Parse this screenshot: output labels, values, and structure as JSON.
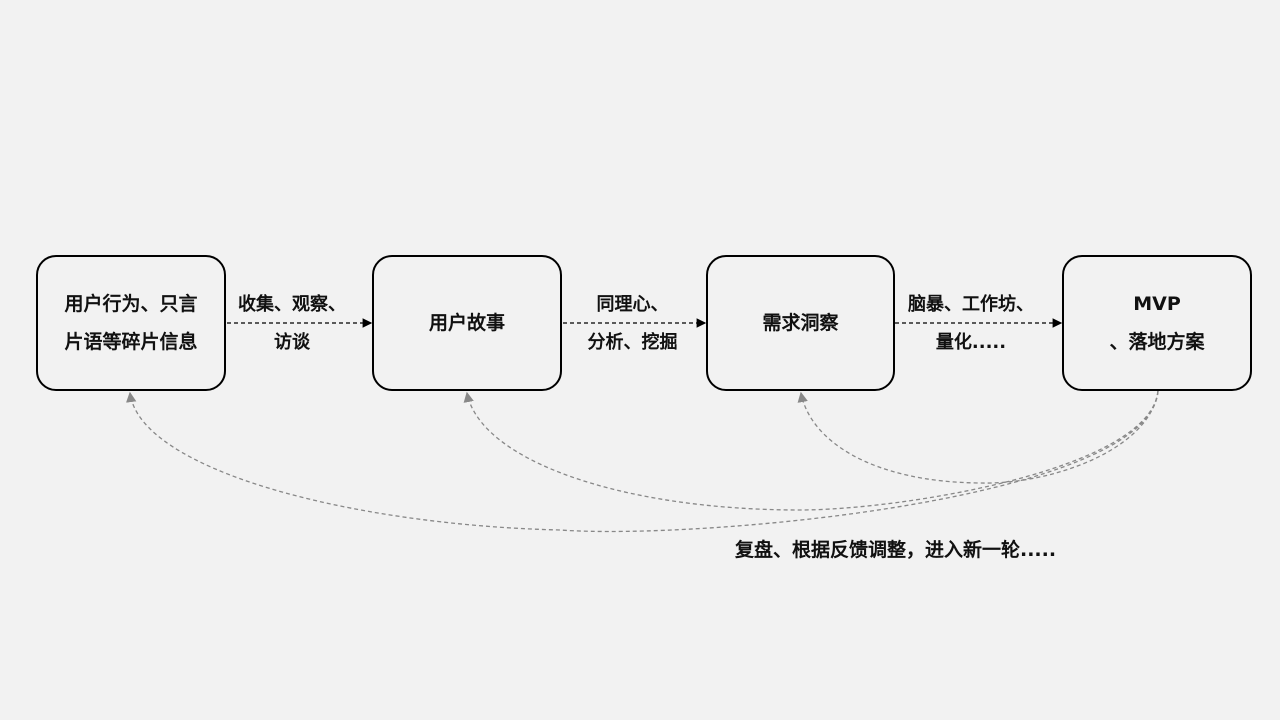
{
  "nodes": [
    {
      "lines": [
        "用户行为、只言",
        "片语等碎片信息"
      ]
    },
    {
      "lines": [
        "用户故事"
      ]
    },
    {
      "lines": [
        "需求洞察"
      ]
    },
    {
      "lines": [
        "MVP",
        "、落地方案"
      ]
    }
  ],
  "edges": [
    {
      "lines": [
        "收集、观察、",
        "访谈"
      ]
    },
    {
      "lines": [
        "同理心、",
        "分析、挖掘"
      ]
    },
    {
      "lines": [
        "脑暴、工作坊、",
        "量化....."
      ]
    }
  ],
  "feedback_label": "复盘、根据反馈调整，进入新一轮.....",
  "colors": {
    "background": "#f2f2f2",
    "feedback_line": "#888888",
    "arrow": "#000000"
  }
}
